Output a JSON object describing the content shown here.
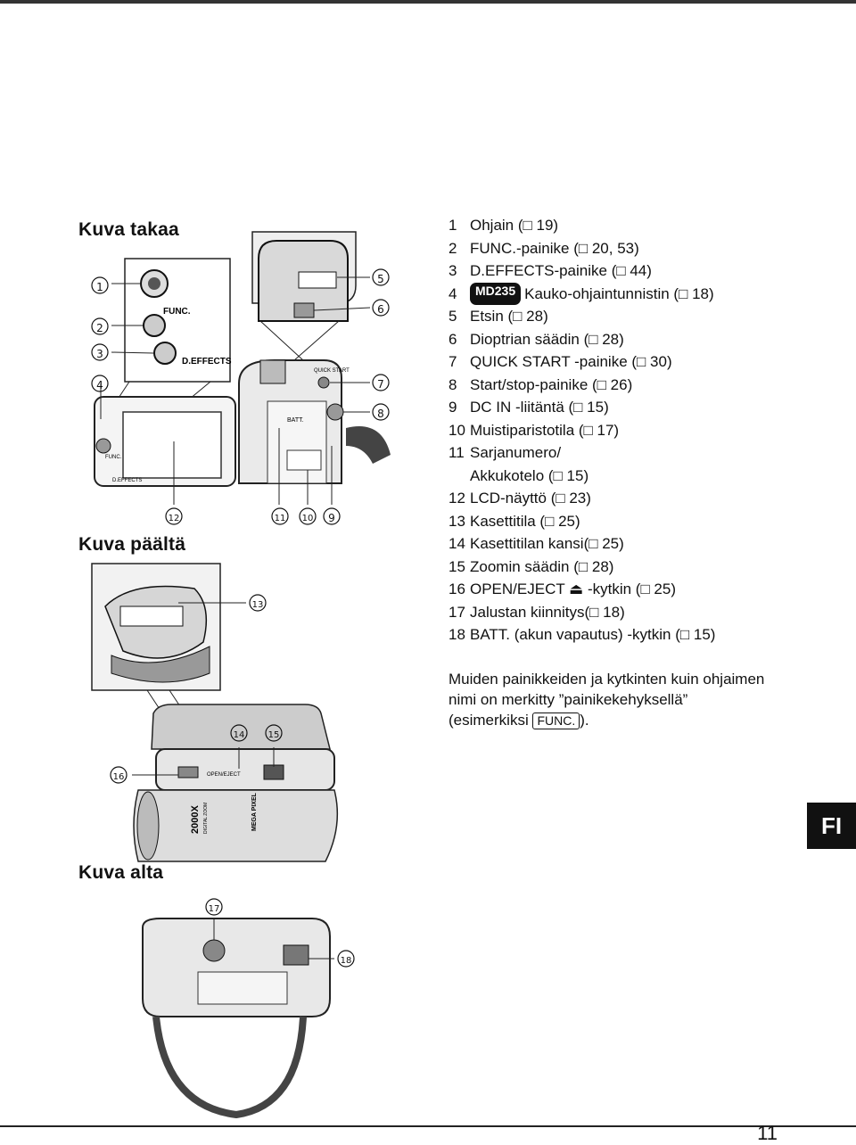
{
  "sections": {
    "back": "Kuva takaa",
    "top": "Kuva päältä",
    "bottom": "Kuva alta"
  },
  "legend": [
    {
      "num": "1",
      "text": "Ohjain (□ 19)"
    },
    {
      "num": "2",
      "text": "FUNC.-painike (□ 20, 53)"
    },
    {
      "num": "3",
      "text": "D.EFFECTS-painike (□ 44)"
    },
    {
      "num": "4",
      "badge": "MD235",
      "text": "Kauko-ohjaintunnistin (□ 18)"
    },
    {
      "num": "5",
      "text": "Etsin (□ 28)"
    },
    {
      "num": "6",
      "text": "Dioptrian säädin (□ 28)"
    },
    {
      "num": "7",
      "text": "QUICK START -painike (□ 30)"
    },
    {
      "num": "8",
      "text": "Start/stop-painike (□ 26)"
    },
    {
      "num": "9",
      "text": "DC IN -liitäntä (□ 15)"
    },
    {
      "num": "10",
      "text": "Muistiparistotila (□ 17)"
    },
    {
      "num": "11",
      "text": "Sarjanumero/",
      "text2": "Akkukotelo (□ 15)"
    },
    {
      "num": "12",
      "text": "LCD-näyttö (□ 23)"
    },
    {
      "num": "13",
      "text": "Kasettitila (□ 25)"
    },
    {
      "num": "14",
      "text": "Kasettitilan kansi(□ 25)"
    },
    {
      "num": "15",
      "text": "Zoomin säädin (□ 28)"
    },
    {
      "num": "16",
      "text": "OPEN/EJECT ⏏ -kytkin (□ 25)"
    },
    {
      "num": "17",
      "text": "Jalustan kiinnitys(□ 18)"
    },
    {
      "num": "18",
      "text": "BATT. (akun vapautus) -kytkin (□ 15)"
    }
  ],
  "note": {
    "line1": "Muiden painikkeiden ja kytkinten kuin ohjaimen",
    "line2": "nimi on merkitty ”painikekehyksellä”",
    "line3_pre": "(esimerkiksi ",
    "func_label": "FUNC.",
    "line3_post": ")."
  },
  "device_labels": {
    "func": "FUNC.",
    "deffects": "D.EFFECTS",
    "quick_start": "QUICK START",
    "batt": "BATT.",
    "open_eject": "OPEN/EJECT",
    "zoom_2000x": "2000X",
    "digital_zoom": "DIGITAL ZOOM",
    "mega_pixel": "MEGA PIXEL"
  },
  "callouts": [
    "1",
    "2",
    "3",
    "4",
    "5",
    "6",
    "7",
    "8",
    "9",
    "10",
    "11",
    "12",
    "13",
    "14",
    "15",
    "16",
    "17",
    "18"
  ],
  "lang_tab": "FI",
  "page_number": "11"
}
